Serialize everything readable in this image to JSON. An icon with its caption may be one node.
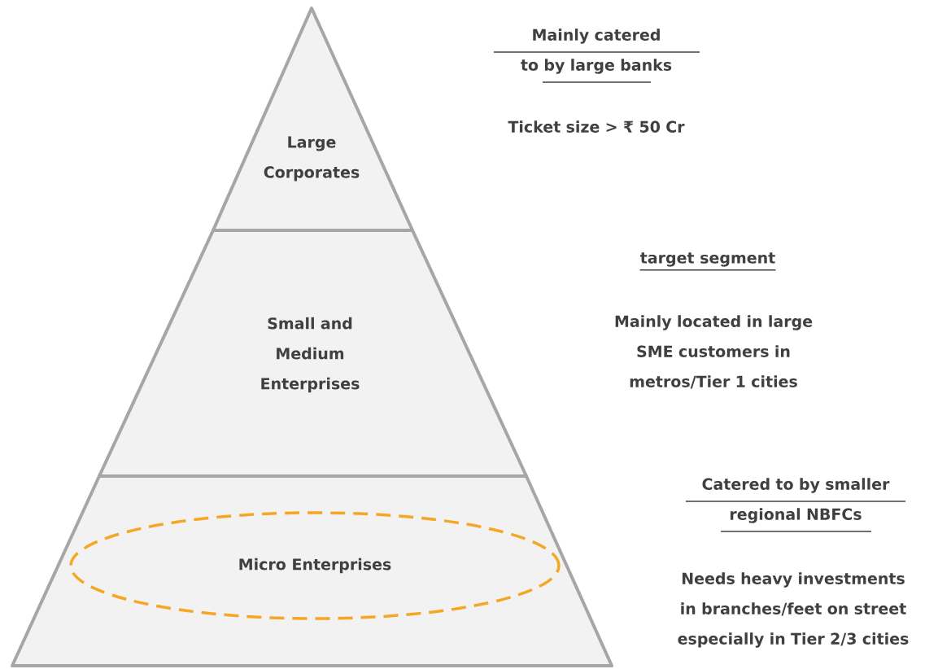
{
  "diagram": {
    "nodes": [
      {
        "text": [
          "Large Corporates"
        ],
        "beside": [
          "Mainly catered to by large banks",
          "Ticket size > ₹ 50 Cr"
        ]
      },
      {
        "text": [
          "Small and Medium Enterprises"
        ],
        "beside": [
          "target segment",
          "Mainly located in large SME customers in metros/Tier 1 cities"
        ]
      },
      {
        "text": [],
        "shape": "trapezoid",
        "beside": [
          "Catered to by smaller regional NBFCs",
          "Needs heavy investments in branches/feet on street especially in Tier 2/3 cities"
        ]
      },
      {
        "text": [
          "Micro Enterprises"
        ],
        "in": 2
      }
    ]
  }
}
